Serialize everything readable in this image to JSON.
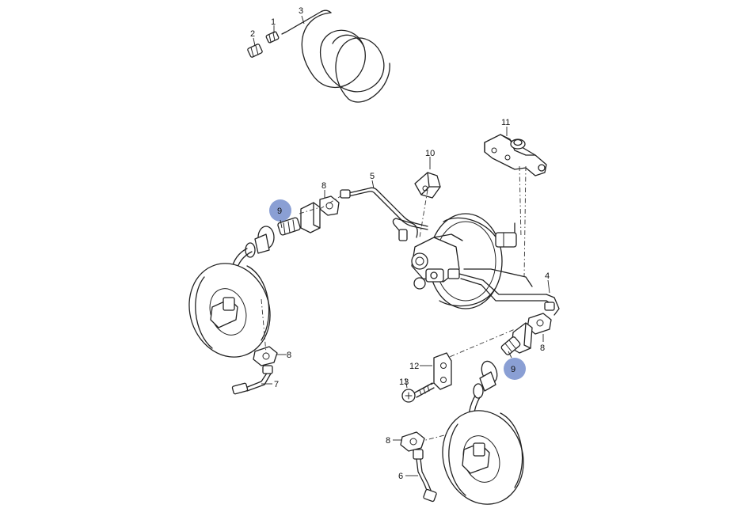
{
  "callouts": {
    "c1": "1",
    "c2": "2",
    "c3": "3",
    "c4": "4",
    "c5": "5",
    "c6": "6",
    "c7": "7",
    "c8a": "8",
    "c8b": "8",
    "c8c": "8",
    "c8d": "8",
    "c9a": "9",
    "c9b": "9",
    "c10": "10",
    "c11": "11",
    "c12": "12",
    "c13": "13"
  },
  "colors": {
    "highlight": "#8a9fd4",
    "line": "#222222",
    "background": "#ffffff"
  }
}
